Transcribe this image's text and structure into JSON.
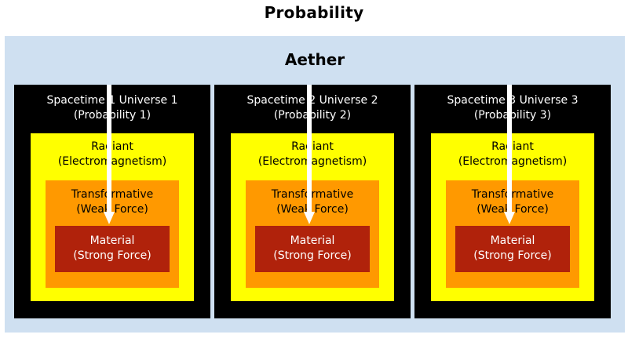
{
  "title": "Probability",
  "aether": {
    "label": "Aether"
  },
  "universes": [
    {
      "name": "Spacetime 1 Universe 1",
      "probability": "(Probability 1)",
      "radiant": {
        "name": "Radiant",
        "force": "(Electromagnetism)"
      },
      "transformative": {
        "name": "Transformative",
        "force": "(Weak Force)"
      },
      "material": {
        "name": "Material",
        "force": "(Strong Force)"
      }
    },
    {
      "name": "Spacetime 2 Universe 2",
      "probability": "(Probability 2)",
      "radiant": {
        "name": "Radiant",
        "force": "(Electromagnetism)"
      },
      "transformative": {
        "name": "Transformative",
        "force": "(Weak Force)"
      },
      "material": {
        "name": "Material",
        "force": "(Strong Force)"
      }
    },
    {
      "name": "Spacetime 3 Universe 3",
      "probability": "(Probability 3)",
      "radiant": {
        "name": "Radiant",
        "force": "(Electromagnetism)"
      },
      "transformative": {
        "name": "Transformative",
        "force": "(Weak Force)"
      },
      "material": {
        "name": "Material",
        "force": "(Strong Force)"
      }
    }
  ],
  "colors": {
    "aether": "#cfe0f1",
    "spacetime": "#000000",
    "radiant": "#ffff00",
    "transformative": "#ff9900",
    "material": "#b0220b",
    "arrow": "#ffffff"
  }
}
